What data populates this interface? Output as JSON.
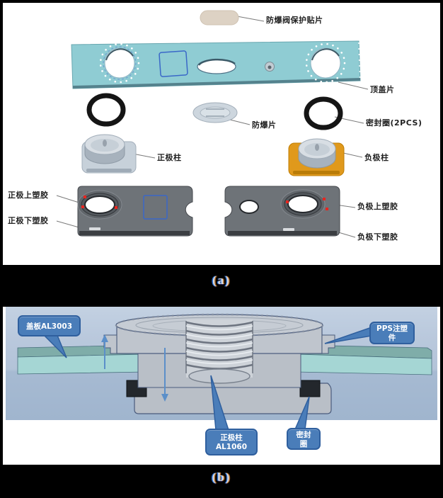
{
  "figure": {
    "caption_a": "(a)",
    "caption_b": "(b)"
  },
  "exploded_view": {
    "labels": {
      "vent_sticker": "防爆阀保护贴片",
      "top_cover": "顶盖片",
      "burst_disc": "防爆片",
      "seal_ring": "密封圈(2PCS)",
      "positive_pole": "正极柱",
      "negative_pole": "负极柱",
      "positive_upper_plastic": "正极上塑胶",
      "positive_lower_plastic": "正极下塑胶",
      "negative_upper_plastic": "负极上塑胶",
      "negative_lower_plastic": "负极下塑胶"
    },
    "colors": {
      "top_cover_teal": "#8fccd3",
      "sticker_beige": "#ddd2c4",
      "o_ring_black": "#151515",
      "burst_disc_gray": "#cdd6de",
      "positive_pole_base": "#c7d1da",
      "negative_pole_base": "#e0991c",
      "plastic_dark_gray": "#6e7378",
      "marker_red": "#e8251f",
      "outline_blue": "#3a68c8"
    }
  },
  "cross_section": {
    "callouts": {
      "cover_plate": "盖板AL3003",
      "pps_line1": "PPS注塑",
      "pps_line2": "件",
      "positive_pole_line1": "正极柱",
      "positive_pole_line2": "AL1060",
      "seal_line1": "密封",
      "seal_line2": "圈"
    },
    "colors": {
      "background_light": "#bac9dd",
      "background_dark": "#a6bad2",
      "plate_teal_top": "#7fada9",
      "plate_teal_front": "#a5d6d4",
      "metal_gray": "#c2c8d0",
      "callout_blue": "#4a7db9",
      "callout_border": "#2f5f9e",
      "seal_black": "#23272c"
    }
  }
}
